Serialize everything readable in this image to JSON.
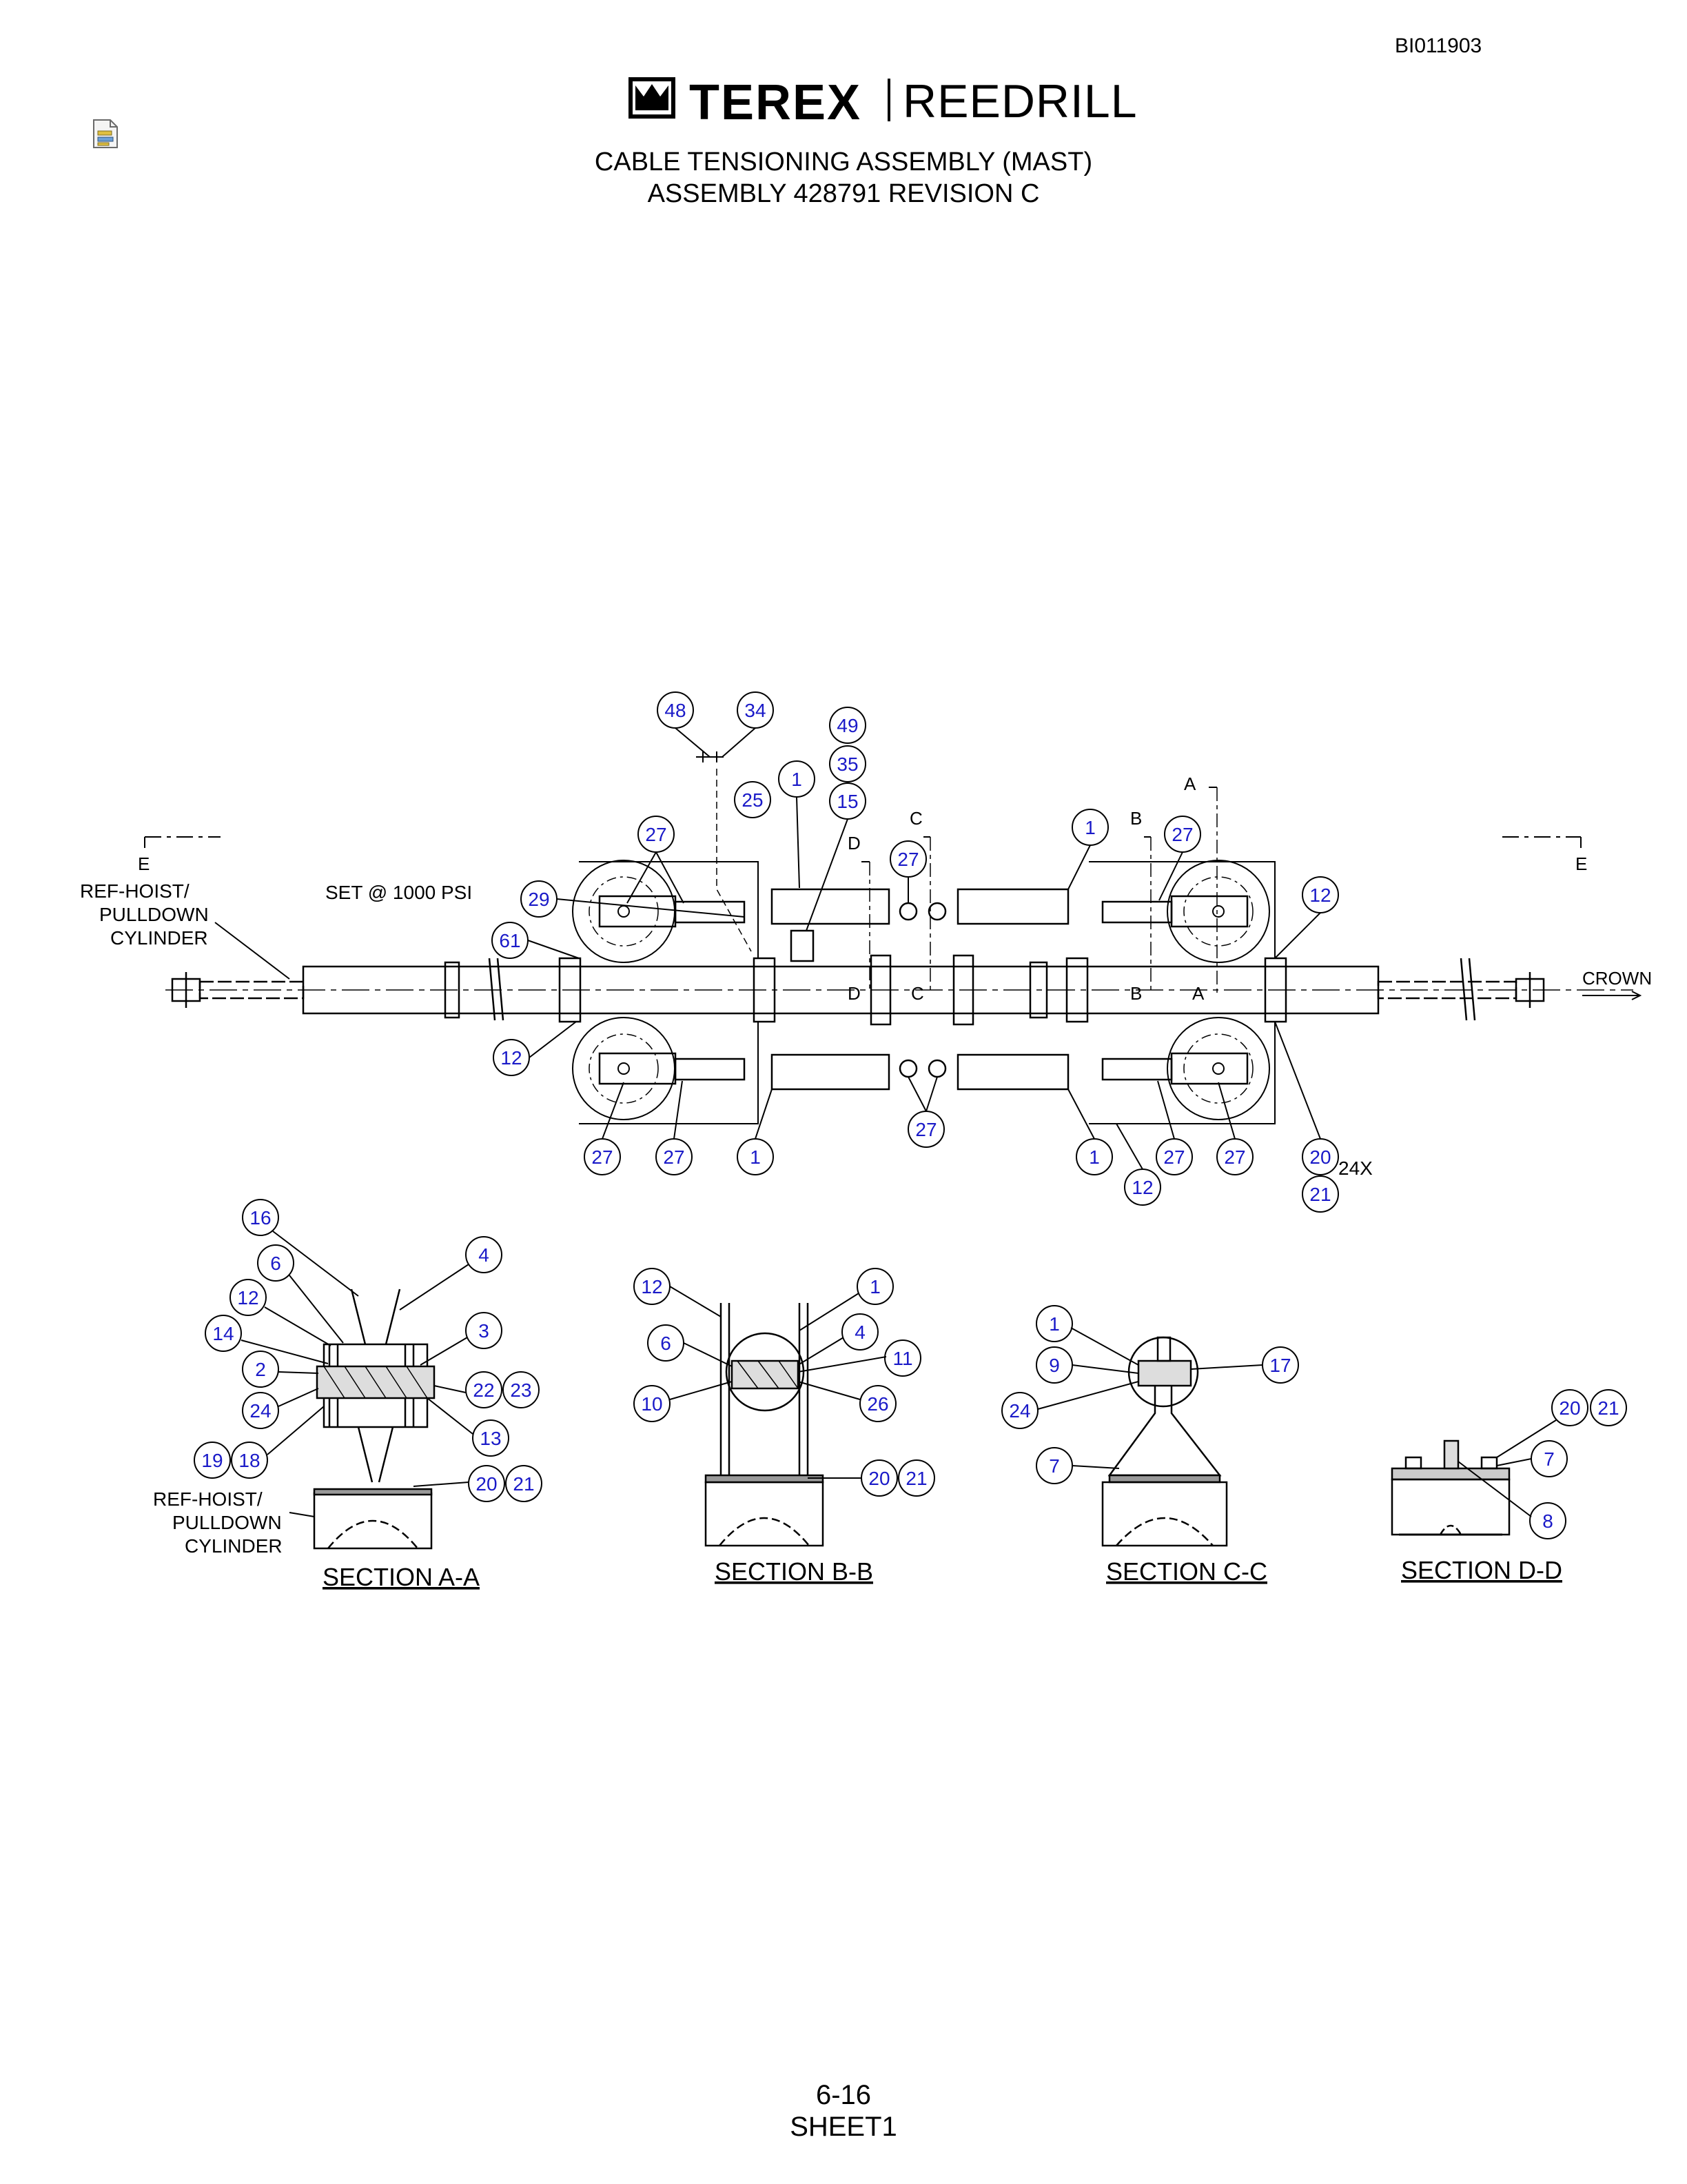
{
  "header": {
    "doc_id": "BI011903",
    "brand_left": "TEREX",
    "brand_right": "REEDRILL",
    "title_line1": "CABLE TENSIONING ASSEMBLY (MAST)",
    "title_line2": "ASSEMBLY 428791 REVISION C"
  },
  "drawing": {
    "labels": {
      "ref_cylinder": [
        "REF-HOIST/",
        "PULLDOWN",
        "CYLINDER"
      ],
      "set_pressure": "SET @ 1000 PSI",
      "crown": "CROWN",
      "qty_24x": "24X",
      "sec_e": "E",
      "sec_a": "A",
      "sec_b": "B",
      "sec_c": "C",
      "sec_d": "D"
    },
    "section_titles": [
      "SECTION A-A",
      "SECTION B-B",
      "SECTION C-C",
      "SECTION D-D"
    ],
    "balloons_main": [
      "48",
      "34",
      "49",
      "35",
      "15",
      "25",
      "1",
      "27",
      "27",
      "29",
      "61",
      "12",
      "1",
      "27",
      "12",
      "12",
      "27",
      "27",
      "1",
      "27",
      "1",
      "12",
      "27",
      "27",
      "20",
      "21"
    ],
    "balloons_sections": [
      "16",
      "6",
      "4",
      "12",
      "3",
      "14",
      "2",
      "22",
      "23",
      "24",
      "13",
      "19",
      "18",
      "20",
      "21",
      "12",
      "1",
      "6",
      "4",
      "11",
      "10",
      "26",
      "20",
      "21",
      "1",
      "9",
      "17",
      "24",
      "7",
      "20",
      "21",
      "7",
      "8"
    ]
  },
  "footer": {
    "page": "6-16",
    "sheet": "SHEET1"
  },
  "colors": {
    "balloon_text": "#1a1ac8",
    "line": "#000000"
  }
}
